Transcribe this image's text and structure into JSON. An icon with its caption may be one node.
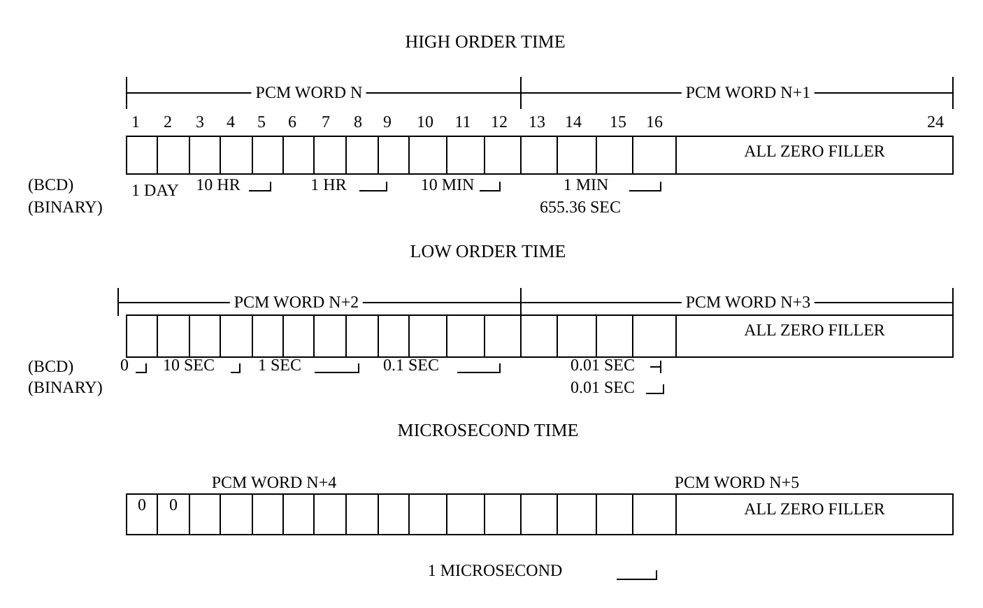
{
  "diagram": {
    "nodes": [
      {
        "text": [],
        "shape": "box"
      },
      {
        "text": [],
        "shape": "box"
      },
      {
        "text": [],
        "shape": "box"
      },
      {
        "text": [],
        "shape": "box"
      },
      {
        "text": [],
        "shape": "box"
      },
      {
        "text": [],
        "shape": "box"
      },
      {
        "text": [],
        "shape": "box"
      },
      {
        "text": [],
        "shape": "box"
      },
      {
        "text": [],
        "shape": "box"
      },
      {
        "text": [],
        "shape": "box"
      },
      {
        "text": [],
        "shape": "box"
      },
      {
        "text": [],
        "shape": "box"
      },
      {
        "text": [],
        "shape": "box"
      },
      {
        "text": [],
        "shape": "box"
      },
      {
        "text": [],
        "shape": "box"
      },
      {
        "text": [],
        "shape": "box"
      },
      {
        "text": [
          "ALL ZERO FILLER"
        ]
      },
      {
        "text": [],
        "shape": "box"
      },
      {
        "text": [],
        "shape": "box"
      },
      {
        "text": [],
        "shape": "box"
      },
      {
        "text": [],
        "shape": "box"
      },
      {
        "text": [],
        "shape": "box"
      },
      {
        "text": [],
        "shape": "box"
      },
      {
        "text": [],
        "shape": "box"
      },
      {
        "text": [],
        "shape": "box"
      },
      {
        "text": [],
        "shape": "box"
      },
      {
        "text": [],
        "shape": "box"
      },
      {
        "text": [],
        "shape": "box"
      },
      {
        "text": [],
        "shape": "box"
      },
      {
        "text": [],
        "shape": "box"
      },
      {
        "text": [],
        "shape": "box"
      },
      {
        "text": [],
        "shape": "box"
      },
      {
        "text": [],
        "shape": "box"
      },
      {
        "text": [
          "ALL ZERO FILLER"
        ]
      },
      {
        "text": [
          "0"
        ]
      },
      {
        "text": [
          "0"
        ]
      },
      {
        "text": [],
        "shape": "box"
      },
      {
        "text": [],
        "shape": "box"
      },
      {
        "text": [],
        "shape": "box"
      },
      {
        "text": [],
        "shape": "box"
      },
      {
        "text": [],
        "shape": "box"
      },
      {
        "text": [],
        "shape": "box"
      },
      {
        "text": [],
        "shape": "box"
      },
      {
        "text": [],
        "shape": "box"
      },
      {
        "text": [],
        "shape": "box"
      },
      {
        "text": [],
        "shape": "box"
      },
      {
        "text": [],
        "shape": "box"
      },
      {
        "text": [],
        "shape": "box"
      },
      {
        "text": [],
        "shape": "box"
      },
      {
        "text": [],
        "shape": "box"
      },
      {
        "text": [
          "ALL ZERO FILLER"
        ]
      }
    ],
    "labels": [
      "HIGH ORDER TIME",
      "PCM WORD N",
      "PCM WORD N+1",
      "1",
      "2",
      "3",
      "4",
      "5",
      "6",
      "7",
      "8",
      "9",
      "10",
      "11",
      "12",
      "13",
      "14",
      "15",
      "16",
      "24",
      "(BCD)",
      "1 DAY",
      "10 HR",
      "1 HR",
      "10 MIN",
      "1 MIN",
      "(BINARY)",
      "655.36 SEC",
      "LOW ORDER TIME",
      "PCM WORD N+2",
      "PCM WORD N+3",
      "(BCD)",
      "0",
      "10 SEC",
      "1 SEC",
      "0.1 SEC",
      "0.01 SEC",
      "(BINARY)",
      "0.01 SEC",
      "MICROSECOND TIME",
      "PCM WORD N+4",
      "PCM WORD N+5",
      "1 MICROSECOND"
    ]
  }
}
